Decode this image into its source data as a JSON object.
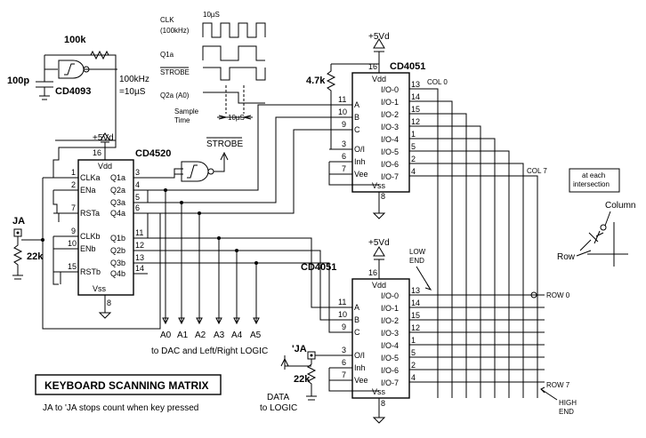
{
  "title": "KEYBOARD SCANNING MATRIX",
  "subtitle": "JA to 'JA stops count when key pressed",
  "oscillator": {
    "gate": "CD4093",
    "resistor": "100k",
    "capacitor": "100p",
    "freq_line1": "100kHz",
    "freq_line2": "=10µS"
  },
  "timing": {
    "clk_label": "CLK",
    "clk_sub": "(100kHz)",
    "period": "10µS",
    "q1a": "Q1a",
    "strobe": "STROBE",
    "q2a": "Q2a (A0)",
    "sample1": "Sample",
    "sample2": "Time",
    "interval": "10µS"
  },
  "counter": {
    "name": "CD4520",
    "supply": "+5Vd",
    "vdd": "Vdd",
    "vss": "Vss",
    "pin16": "16",
    "pin8": "8",
    "left_pins": [
      {
        "num": "1",
        "name": "CLKa"
      },
      {
        "num": "2",
        "name": "ENa"
      },
      {
        "num": "7",
        "name": "RSTa"
      },
      {
        "num": "9",
        "name": "CLKb"
      },
      {
        "num": "10",
        "name": "ENb"
      },
      {
        "num": "15",
        "name": "RSTb"
      }
    ],
    "right_pins": [
      {
        "num": "3",
        "name": "Q1a"
      },
      {
        "num": "4",
        "name": "Q2a"
      },
      {
        "num": "5",
        "name": "Q3a"
      },
      {
        "num": "6",
        "name": "Q4a"
      },
      {
        "num": "11",
        "name": "Q1b"
      },
      {
        "num": "12",
        "name": "Q2b"
      },
      {
        "num": "13",
        "name": "Q3b"
      },
      {
        "num": "14",
        "name": "Q4b"
      }
    ],
    "strobe_out": "STROBE"
  },
  "address_lines": [
    "A0",
    "A1",
    "A2",
    "A3",
    "A4",
    "A5"
  ],
  "address_caption": "to DAC and Left/Right LOGIC",
  "mux_top": {
    "name": "CD4051",
    "supply": "+5Vd",
    "resistor": "4.7k",
    "vdd": "Vdd",
    "vss": "Vss",
    "vee": "Vee",
    "pin16": "16",
    "pin8": "8",
    "left_pins": [
      {
        "num": "11",
        "name": "A"
      },
      {
        "num": "10",
        "name": "B"
      },
      {
        "num": "9",
        "name": "C"
      },
      {
        "num": "3",
        "name": "O/I"
      },
      {
        "num": "6",
        "name": "Inh"
      },
      {
        "num": "7",
        "name": "Vee"
      }
    ],
    "io_names": [
      "I/O-0",
      "I/O-1",
      "I/O-2",
      "I/O-3",
      "I/O-4",
      "I/O-5",
      "I/O-6",
      "I/O-7"
    ],
    "io_nums": [
      "13",
      "14",
      "15",
      "12",
      "1",
      "5",
      "2",
      "4"
    ],
    "col_first": "COL 0",
    "col_last": "COL 7"
  },
  "mux_bottom": {
    "name": "CD4051",
    "supply": "+5Vd",
    "resistor": "22k",
    "vdd": "Vdd",
    "vss": "Vss",
    "vee": "Vee",
    "pin16": "16",
    "pin8": "8",
    "left_pins": [
      {
        "num": "11",
        "name": "A"
      },
      {
        "num": "10",
        "name": "B"
      },
      {
        "num": "9",
        "name": "C"
      },
      {
        "num": "3",
        "name": "O/I"
      },
      {
        "num": "6",
        "name": "Inh"
      },
      {
        "num": "7",
        "name": "Vee"
      }
    ],
    "io_names": [
      "I/O-0",
      "I/O-1",
      "I/O-2",
      "I/O-3",
      "I/O-4",
      "I/O-5",
      "I/O-6",
      "I/O-7"
    ],
    "io_nums": [
      "13",
      "14",
      "15",
      "12",
      "1",
      "5",
      "2",
      "4"
    ],
    "row_first": "ROW 0",
    "row_last": "ROW 7",
    "low_end_1": "LOW",
    "low_end_2": "END",
    "high_end_1": "HIGH",
    "high_end_2": "END"
  },
  "ja": {
    "label": "JA",
    "resistor": "22k"
  },
  "ja_prime": {
    "label": "'JA"
  },
  "data_out": {
    "line1": "DATA",
    "line2": "to LOGIC"
  },
  "intersection": {
    "note1": "at each",
    "note2": "intersection",
    "column": "Column",
    "row": "Row"
  }
}
